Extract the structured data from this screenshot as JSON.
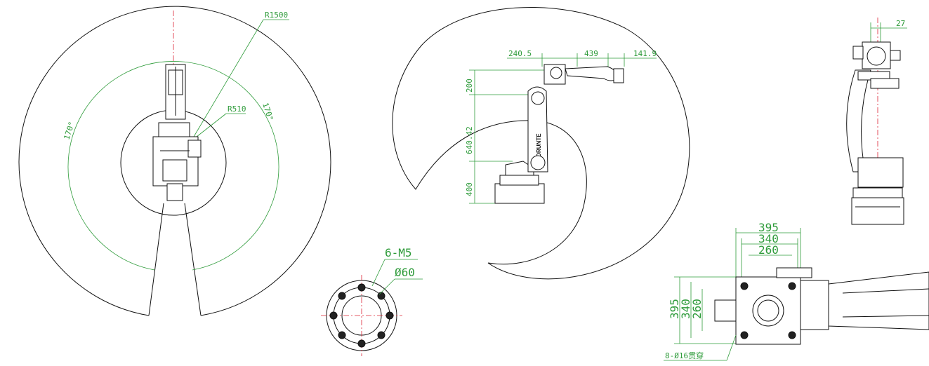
{
  "top_view": {
    "outer_radius": "R1500",
    "inner_radius": "R510",
    "angle_left": "170°",
    "angle_right": "170°"
  },
  "side_view": {
    "dim_240_5": "240.5",
    "dim_439": "439",
    "dim_141_9": "141.9",
    "dim_200": "200",
    "dim_640_42": "640.42",
    "dim_400": "400",
    "arm_label": "BORUNTE"
  },
  "flange_view": {
    "thread_label": "6-M5",
    "diameter_label": "Ø60"
  },
  "front_view": {
    "dim_27": "27"
  },
  "base_view": {
    "dim_395_h": "395",
    "dim_340_h": "340",
    "dim_260_h": "260",
    "dim_395_v": "395",
    "dim_340_v": "340",
    "dim_260_v": "260",
    "hole_label": "8-Ø16贯穿"
  }
}
